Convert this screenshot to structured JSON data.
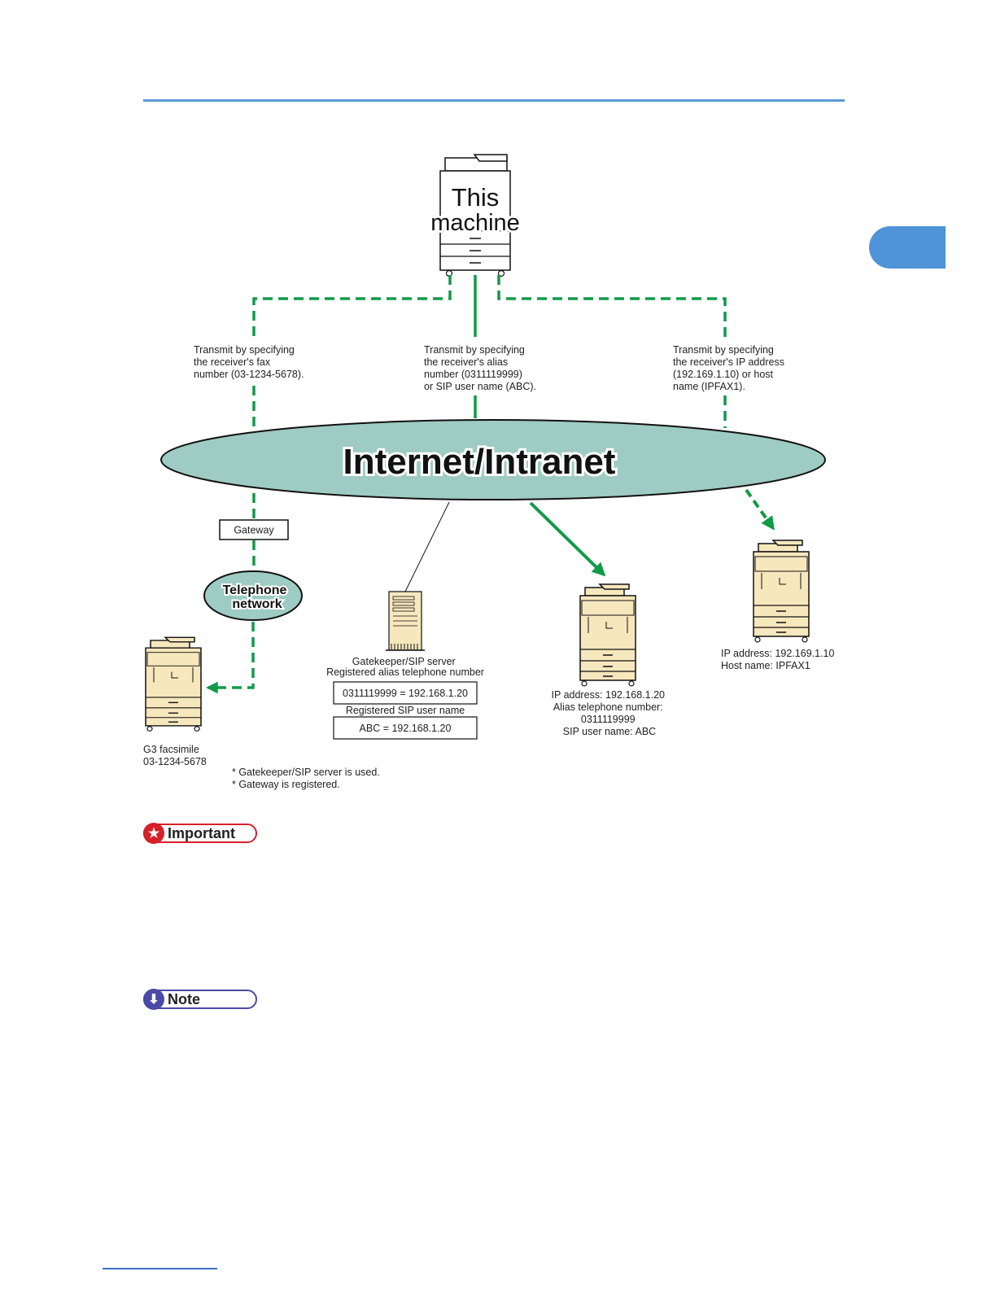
{
  "colors": {
    "accent_rule": "#5b9bd5",
    "link_green": "#119a49",
    "network_fill": "#9ecbc3",
    "device_body": "#f7e7bd",
    "important_red": "#d6202a",
    "note_blue": "#4a4aa8"
  },
  "this_machine": {
    "line1": "This",
    "line2": "machine"
  },
  "network": {
    "label": "Internet/Intranet"
  },
  "transmit": {
    "fax": [
      "Transmit by specifying",
      "the receiver's fax",
      "number (03-1234-5678)."
    ],
    "alias": [
      "Transmit by specifying",
      "the receiver's alias",
      "number (0311119999)",
      "or SIP user name (ABC)."
    ],
    "ip": [
      "Transmit by specifying",
      "the receiver's IP address",
      "(192.169.1.10) or host",
      "name (IPFAX1)."
    ]
  },
  "gateway": {
    "label": "Gateway"
  },
  "telephone": {
    "line1": "Telephone",
    "line2": "network"
  },
  "g3": {
    "line1": "G3 facsimile",
    "line2": "03-1234-5678"
  },
  "server": {
    "line1": "Gatekeeper/SIP server",
    "line2": "Registered alias telephone number",
    "alias_entry": "0311119999 = 192.168.1.20",
    "sip_heading": "Registered SIP user name",
    "sip_entry": "ABC = 192.168.1.20"
  },
  "receiver_mid": [
    "IP address: 192.168.1.20",
    "Alias telephone number:",
    "0311119999",
    "SIP user name: ABC"
  ],
  "receiver_right": [
    "IP address: 192.169.1.10",
    "Host name: IPFAX1"
  ],
  "footnotes": [
    "* Gatekeeper/SIP server is used.",
    "* Gateway is registered."
  ],
  "badges": {
    "important": "Important",
    "note": "Note",
    "important_icon": "star-icon",
    "note_icon": "arrow-down-icon"
  }
}
